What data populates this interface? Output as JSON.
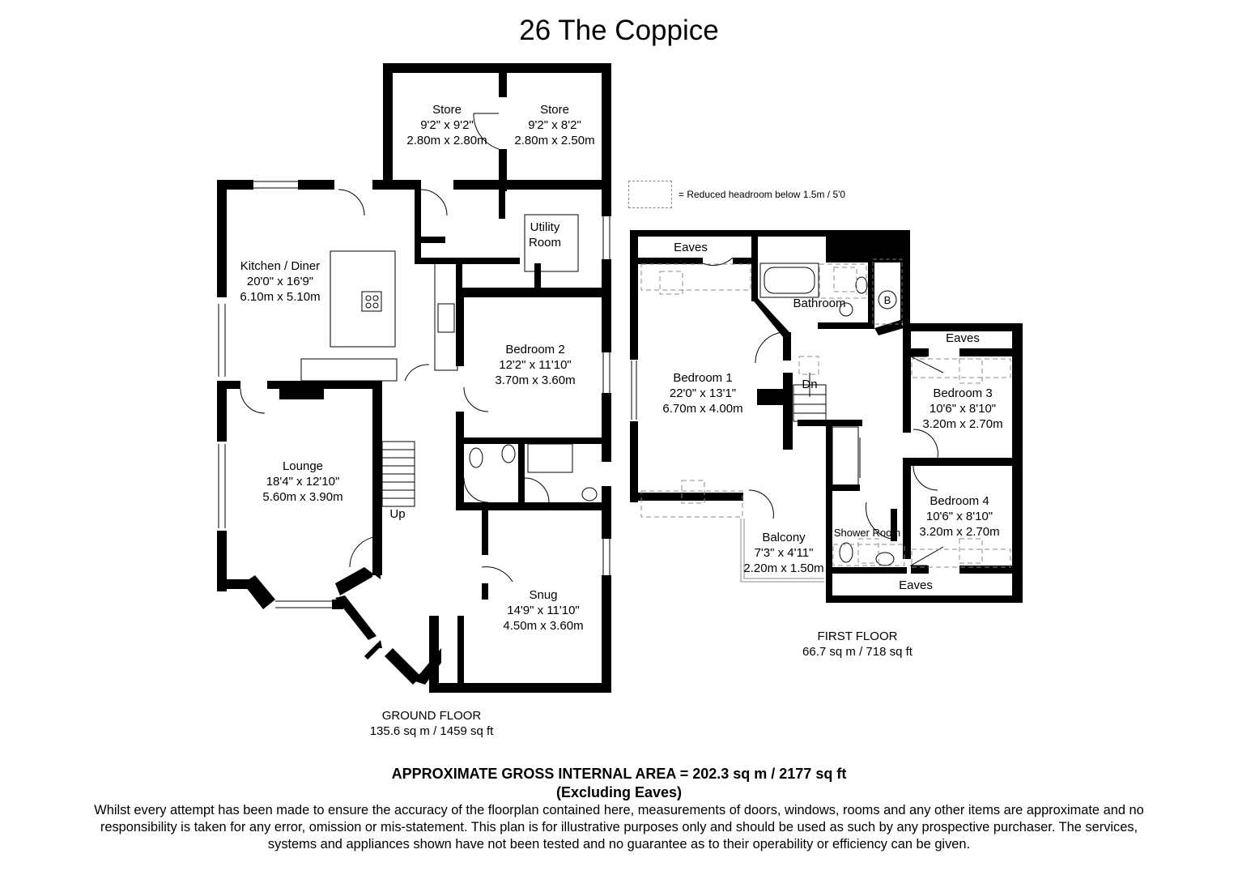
{
  "title": "26 The Coppice",
  "legend": {
    "text": "= Reduced headroom below 1.5m / 5'0"
  },
  "ground_floor": {
    "label": "GROUND FLOOR",
    "area": "135.6 sq m / 1459 sq ft",
    "rooms": [
      {
        "name": "Store",
        "imperial": "9'2\" x 9'2\"",
        "metric": "2.80m x 2.80m"
      },
      {
        "name": "Store",
        "imperial": "9'2\" x 8'2\"",
        "metric": "2.80m x 2.50m"
      },
      {
        "name": "Utility Room",
        "line1": "Utility",
        "line2": "Room"
      },
      {
        "name": "Kitchen / Diner",
        "imperial": "20'0\" x 16'9\"",
        "metric": "6.10m x 5.10m"
      },
      {
        "name": "Bedroom 2",
        "imperial": "12'2\" x 11'10\"",
        "metric": "3.70m x 3.60m"
      },
      {
        "name": "Lounge",
        "imperial": "18'4\" x 12'10\"",
        "metric": "5.60m x 3.90m"
      },
      {
        "name": "Snug",
        "imperial": "14'9\" x 11'10\"",
        "metric": "4.50m x 3.60m"
      }
    ],
    "stairs_label": "Up"
  },
  "first_floor": {
    "label": "FIRST FLOOR",
    "area": "66.7 sq m / 718 sq ft",
    "rooms": [
      {
        "name": "Eaves"
      },
      {
        "name": "Bathroom"
      },
      {
        "name": "Bedroom 1",
        "imperial": "22'0\" x 13'1\"",
        "metric": "6.70m x 4.00m"
      },
      {
        "name": "Eaves"
      },
      {
        "name": "Bedroom 3",
        "imperial": "10'6\" x 8'10\"",
        "metric": "3.20m x 2.70m"
      },
      {
        "name": "Bedroom 4",
        "imperial": "10'6\" x 8'10\"",
        "metric": "3.20m x 2.70m"
      },
      {
        "name": "Balcony",
        "imperial": "7'3\" x 4'11\"",
        "metric": "2.20m x 1.50m"
      },
      {
        "name": "Shower Room"
      },
      {
        "name": "Eaves"
      }
    ],
    "stairs_label": "Dn",
    "boiler_label": "B"
  },
  "footer": {
    "gia": "APPROXIMATE GROSS INTERNAL AREA = 202.3 sq m / 2177 sq ft",
    "excluding": "(Excluding Eaves)",
    "disclaimer": "Whilst every attempt has been made to ensure the accuracy of the floorplan contained here, measurements of doors, windows, rooms and any other items are approximate and no responsibility is taken for any error, omission or mis-statement. This plan is for illustrative purposes only and should be used as such by any prospective purchaser. The services, systems and appliances shown have not been tested and no guarantee as to their operability or efficiency can be given."
  }
}
